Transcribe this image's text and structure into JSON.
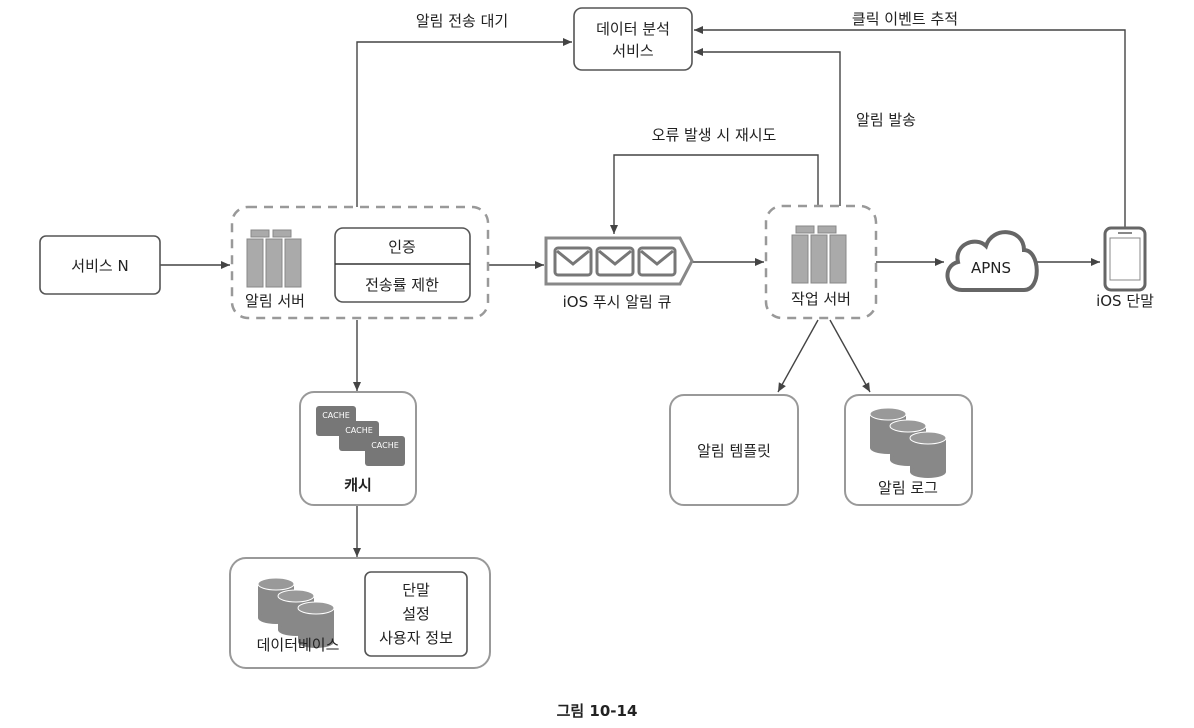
{
  "nodes": {
    "analytics": {
      "line1": "데이터 분석",
      "line2": "서비스"
    },
    "service_n": "서비스 N",
    "notification_server": {
      "label": "알림 서버",
      "auth": "인증",
      "rate_limit": "전송률 제한"
    },
    "queue": "iOS 푸시 알림 큐",
    "worker": "작업 서버",
    "apns": "APNS",
    "device": "iOS 단말",
    "template": "알림 템플릿",
    "log": "알림 로그",
    "cache": {
      "label": "캐시",
      "icon_text": "CACHE"
    },
    "database": {
      "label": "데이터베이스",
      "line1": "단말",
      "line2": "설정",
      "line3": "사용자 정보"
    }
  },
  "edges": {
    "wait": "알림 전송 대기",
    "click": "클릭 이벤트 추적",
    "sent": "알림 발송",
    "retry": "오류 발생 시 재시도"
  },
  "caption": "그림 10-14"
}
